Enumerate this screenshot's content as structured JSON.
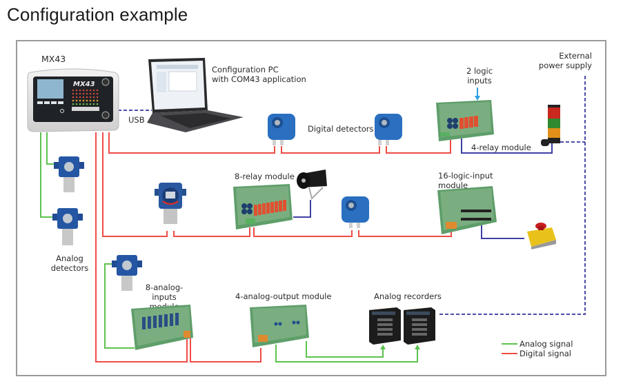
{
  "title": "Configuration example",
  "labels": {
    "mx43": "MX43",
    "pc_line1": "Configuration PC",
    "pc_line2": "with  COM43 application",
    "usb": "USB",
    "digital_detectors": "Digital detectors",
    "logic_inputs_line1": "2 logic",
    "logic_inputs_line2": "inputs",
    "four_relay": "4-relay module",
    "ext_power_line1": "External",
    "ext_power_line2": "power supply",
    "eight_relay": "8-relay  module",
    "sixteen_logic_line1": "16-logic-input",
    "sixteen_logic_line2": "module",
    "analog_detectors_line1": "Analog",
    "analog_detectors_line2": "detectors",
    "eight_analog_line1": "8-analog-inputs",
    "eight_analog_line2": "module",
    "four_analog_output": "4-analog-output  module",
    "analog_recorders": "Analog recorders",
    "mx43_screen_brand": "MX43"
  },
  "legend": [
    {
      "label": "Analog signal",
      "color": "#5cc24e"
    },
    {
      "label": "Digital signal",
      "color": "#ef4b45"
    }
  ],
  "colors": {
    "analog": "#5cc24e",
    "digital": "#ef4b45",
    "relay_output": "#3d3fa3",
    "power_dashed": "#4a4aa8",
    "logic_input_arrow": "#2aa0e0"
  }
}
